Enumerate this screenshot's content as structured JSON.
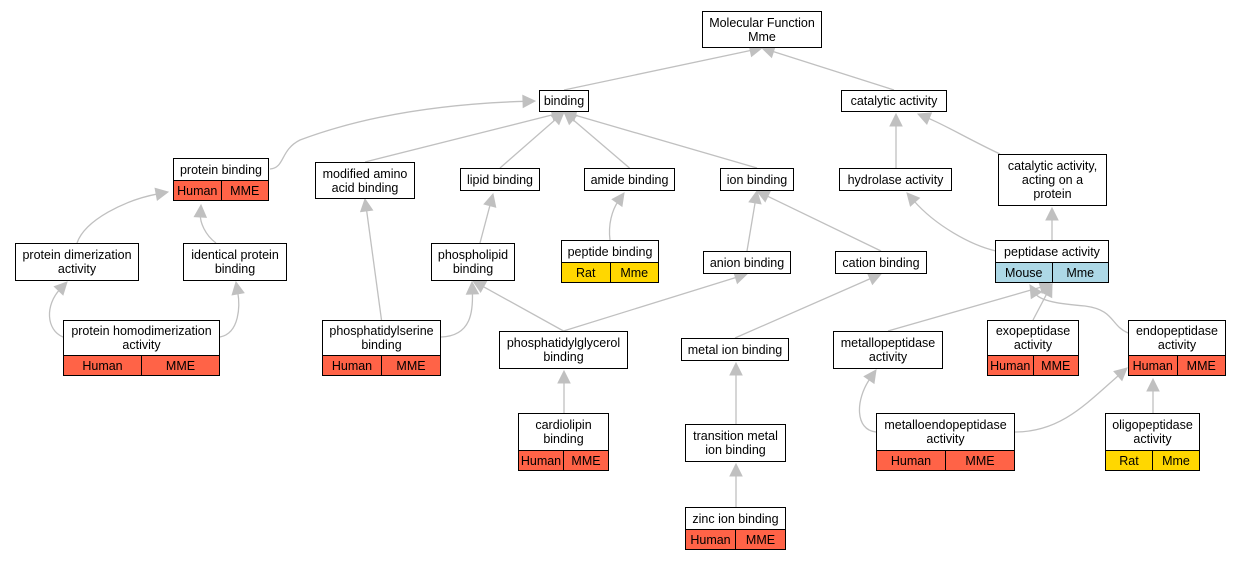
{
  "colors": {
    "edge": "#c0c0c0",
    "human": "#ff6347",
    "rat": "#ffd700",
    "mouse": "#add8e6"
  },
  "nodes": {
    "molecular_function": {
      "label": "Molecular Function\nMme"
    },
    "binding": {
      "label": "binding"
    },
    "catalytic_activity": {
      "label": "catalytic activity"
    },
    "protein_binding": {
      "label": "protein binding",
      "tags": [
        "Human",
        "MME"
      ],
      "tag_color": "human"
    },
    "modified_amino_acid_binding": {
      "label": "modified amino\nacid binding"
    },
    "lipid_binding": {
      "label": "lipid binding"
    },
    "amide_binding": {
      "label": "amide binding"
    },
    "ion_binding": {
      "label": "ion binding"
    },
    "hydrolase_activity": {
      "label": "hydrolase activity"
    },
    "catalytic_on_protein": {
      "label": "catalytic activity,\nacting on a\nprotein"
    },
    "protein_dimerization": {
      "label": "protein dimerization\nactivity"
    },
    "identical_protein_binding": {
      "label": "identical protein\nbinding"
    },
    "phospholipid_binding": {
      "label": "phospholipid\nbinding"
    },
    "peptide_binding": {
      "label": "peptide binding",
      "tags": [
        "Rat",
        "Mme"
      ],
      "tag_color": "rat"
    },
    "anion_binding": {
      "label": "anion binding"
    },
    "cation_binding": {
      "label": "cation binding"
    },
    "peptidase_activity": {
      "label": "peptidase activity",
      "tags": [
        "Mouse",
        "Mme"
      ],
      "tag_color": "mouse"
    },
    "protein_homodimerization": {
      "label": "protein homodimerization\nactivity",
      "tags": [
        "Human",
        "MME"
      ],
      "tag_color": "human"
    },
    "phosphatidylserine_binding": {
      "label": "phosphatidylserine\nbinding",
      "tags": [
        "Human",
        "MME"
      ],
      "tag_color": "human"
    },
    "phosphatidylglycerol_binding": {
      "label": "phosphatidylglycerol\nbinding"
    },
    "metal_ion_binding": {
      "label": "metal ion binding"
    },
    "metallopeptidase_activity": {
      "label": "metallopeptidase\nactivity"
    },
    "exopeptidase_activity": {
      "label": "exopeptidase\nactivity",
      "tags": [
        "Human",
        "MME"
      ],
      "tag_color": "human"
    },
    "endopeptidase_activity": {
      "label": "endopeptidase\nactivity",
      "tags": [
        "Human",
        "MME"
      ],
      "tag_color": "human"
    },
    "cardiolipin_binding": {
      "label": "cardiolipin\nbinding",
      "tags": [
        "Human",
        "MME"
      ],
      "tag_color": "human"
    },
    "transition_metal_ion_binding": {
      "label": "transition metal\nion binding"
    },
    "metalloendopeptidase_activity": {
      "label": "metalloendopeptidase\nactivity",
      "tags": [
        "Human",
        "MME"
      ],
      "tag_color": "human"
    },
    "oligopeptidase_activity": {
      "label": "oligopeptidase\nactivity",
      "tags": [
        "Rat",
        "Mme"
      ],
      "tag_color": "rat"
    },
    "zinc_ion_binding": {
      "label": "zinc ion binding",
      "tags": [
        "Human",
        "MME"
      ],
      "tag_color": "human"
    }
  },
  "edges": [
    [
      "binding",
      "molecular_function"
    ],
    [
      "catalytic_activity",
      "molecular_function"
    ],
    [
      "protein_binding",
      "binding"
    ],
    [
      "modified_amino_acid_binding",
      "binding"
    ],
    [
      "lipid_binding",
      "binding"
    ],
    [
      "amide_binding",
      "binding"
    ],
    [
      "ion_binding",
      "binding"
    ],
    [
      "hydrolase_activity",
      "catalytic_activity"
    ],
    [
      "catalytic_on_protein",
      "catalytic_activity"
    ],
    [
      "protein_dimerization",
      "protein_binding"
    ],
    [
      "identical_protein_binding",
      "protein_binding"
    ],
    [
      "phospholipid_binding",
      "lipid_binding"
    ],
    [
      "peptide_binding",
      "amide_binding"
    ],
    [
      "anion_binding",
      "ion_binding"
    ],
    [
      "cation_binding",
      "ion_binding"
    ],
    [
      "peptidase_activity",
      "hydrolase_activity"
    ],
    [
      "peptidase_activity",
      "catalytic_on_protein"
    ],
    [
      "protein_homodimerization",
      "protein_dimerization"
    ],
    [
      "protein_homodimerization",
      "identical_protein_binding"
    ],
    [
      "phosphatidylserine_binding",
      "modified_amino_acid_binding"
    ],
    [
      "phosphatidylserine_binding",
      "phospholipid_binding"
    ],
    [
      "phosphatidylglycerol_binding",
      "phospholipid_binding"
    ],
    [
      "phosphatidylglycerol_binding",
      "anion_binding"
    ],
    [
      "metal_ion_binding",
      "cation_binding"
    ],
    [
      "metallopeptidase_activity",
      "peptidase_activity"
    ],
    [
      "exopeptidase_activity",
      "peptidase_activity"
    ],
    [
      "endopeptidase_activity",
      "peptidase_activity"
    ],
    [
      "cardiolipin_binding",
      "phosphatidylglycerol_binding"
    ],
    [
      "transition_metal_ion_binding",
      "metal_ion_binding"
    ],
    [
      "metalloendopeptidase_activity",
      "metallopeptidase_activity"
    ],
    [
      "metalloendopeptidase_activity",
      "endopeptidase_activity"
    ],
    [
      "oligopeptidase_activity",
      "endopeptidase_activity"
    ],
    [
      "zinc_ion_binding",
      "transition_metal_ion_binding"
    ]
  ]
}
